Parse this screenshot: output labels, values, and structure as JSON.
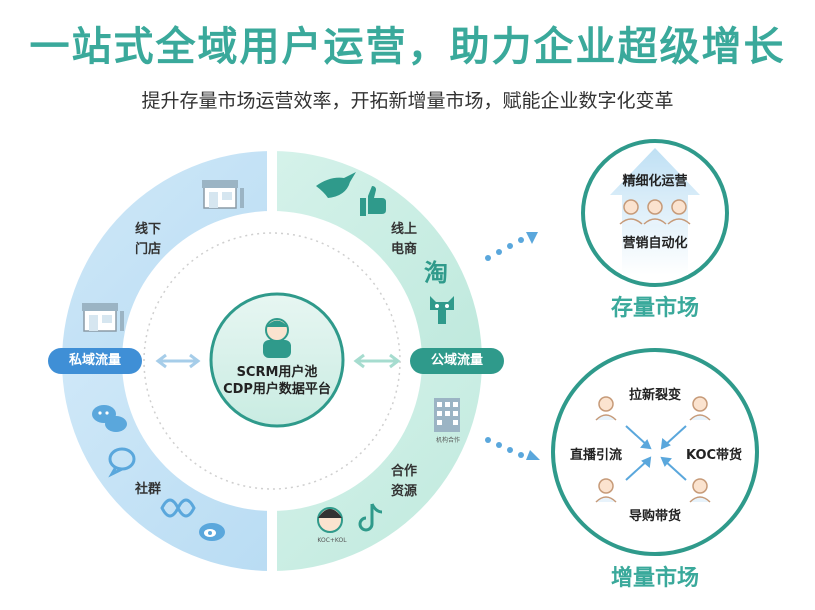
{
  "header": {
    "title": "一站式全域用户运营，助力企业超级增长",
    "subtitle": "提升存量市场运营效率，开拓新增量市场，赋能企业数字化变革"
  },
  "ring": {
    "center_line1": "SCRM用户池",
    "center_line2": "CDP用户数据平台",
    "left_pill": "私域流量",
    "right_pill": "公域流量",
    "offline_store_line1": "线下",
    "offline_store_line2": "门店",
    "online_line1": "线上",
    "online_line2": "电商",
    "community": "社群",
    "resource_line1": "合作",
    "resource_line2": "资源",
    "org_label": "机构合作",
    "koc_label": "KOC+KOL",
    "taobao_char": "淘"
  },
  "stock_market": {
    "title": "存量市场",
    "top": "精细化运营",
    "bottom": "营销自动化"
  },
  "growth_market": {
    "title": "增量市场",
    "top": "拉新裂变",
    "left": "直播引流",
    "right": "KOC带货",
    "bottom": "导购带货"
  },
  "colors": {
    "teal": "#3aa99b",
    "blue": "#3f8fd6",
    "light_blue": "#c7e4f6",
    "light_teal": "#c6ece2"
  }
}
